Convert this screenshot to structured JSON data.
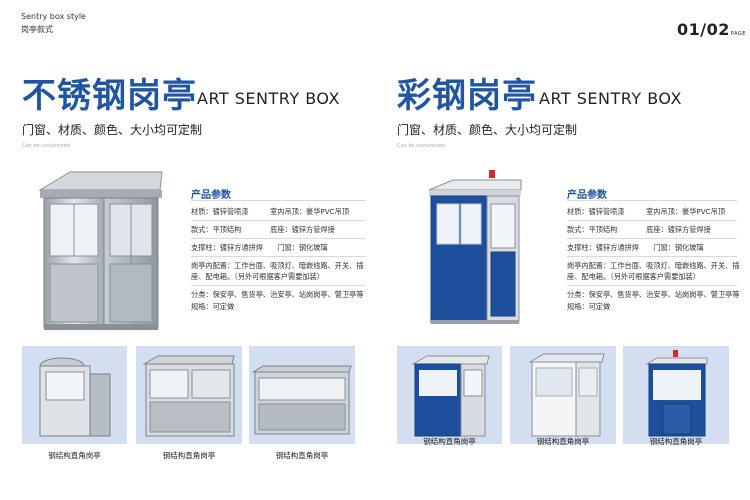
{
  "header": {
    "title_en": "Sentry box style",
    "title_cn": "岗亭款式",
    "page": "01/02",
    "page_suffix": "PAGE"
  },
  "left": {
    "title_cn": "不锈钢岗亭",
    "title_en": "ART SENTRY BOX",
    "subtitle": "门窗、材质、颜色、大小均可定制",
    "subtitle_en": "Can be customized",
    "spec_title": "产品参数",
    "specs": [
      "材质：镀锌管喷漆　　　室内吊顶：豪华PVC吊顶",
      "款式：平顶结构　　　　底座：镀锌方管焊接",
      "支撑柱：镀锌方通拼焊　　门窗：钢化玻璃",
      "岗亭内配置：工作台面、吸顶灯、暗嵌线路、开关、插",
      "座、配电箱。（另外可根据客户需要加装）",
      "分类：保安亭、售货亭、治安亭、站岗岗亭、警卫亭等",
      "规格：可定做"
    ],
    "captions": [
      "钢结构直角岗亭",
      "钢结构直角岗亭",
      "钢结构直角岗亭"
    ]
  },
  "right": {
    "title_cn": "彩钢岗亭",
    "title_en": "ART SENTRY BOX",
    "subtitle": "门窗、材质、颜色、大小均可定制",
    "subtitle_en": "Can be customized",
    "spec_title": "产品参数",
    "specs": [
      "材质：镀锌管喷漆　　　室内吊顶：豪华PVC吊顶",
      "款式：平顶结构　　　　底座：镀锌方管焊接",
      "支撑柱：镀锌方通拼焊　　门窗：钢化玻璃",
      "岗亭内配置：工作台面、吸顶灯、暗嵌线路、开关、插",
      "座、配电箱。（另外可根据客户需要加装）",
      "分类：保安亭、售货亭、治安亭、站岗岗亭、警卫亭等",
      "规格：可定做"
    ],
    "captions": [
      "钢结构直角岗亭",
      "钢结构直角岗亭",
      "钢结构直角岗亭"
    ]
  },
  "colors": {
    "brand_blue": "#1f55a3",
    "thumb_bg": "#d3def0",
    "steel": "#b9bec5",
    "panel_blue": "#1e4f9c"
  }
}
